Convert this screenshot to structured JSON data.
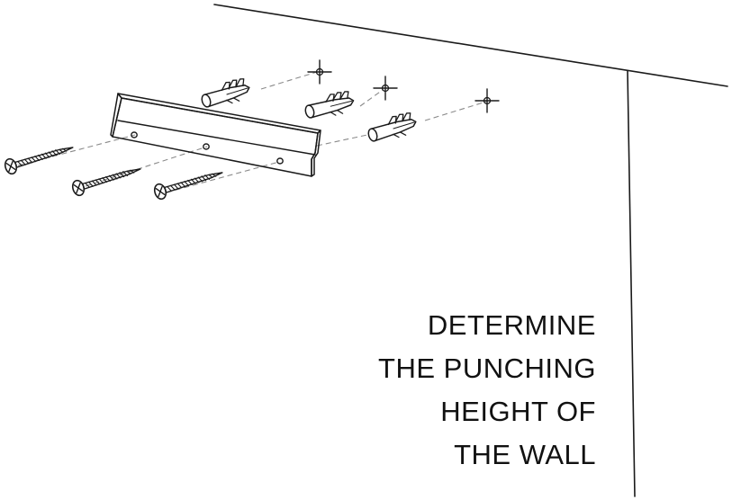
{
  "caption": {
    "lines": [
      "DETERMINE",
      "THE PUNCHING",
      "HEIGHT OF",
      "THE WALL"
    ]
  },
  "parts": {
    "bracket": "mounting-rail",
    "screws": 3,
    "anchors": 3,
    "drill_marks": 3
  },
  "colors": {
    "line": "#1a1a1a",
    "guide": "#8a8a8a",
    "background": "#ffffff"
  },
  "icons": {
    "screw": "screw-icon",
    "anchor": "wall-anchor-icon",
    "mark": "crosshair-mark-icon"
  }
}
